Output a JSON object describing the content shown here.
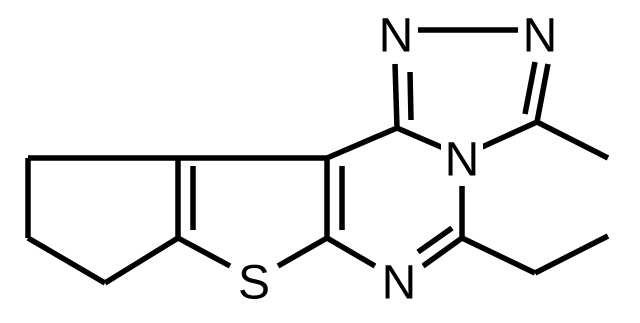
{
  "molecule": {
    "atoms": {
      "n_top_left": "N",
      "n_top_right": "N",
      "n_bridge": "N",
      "n_bottom": "N",
      "s_ring": "S"
    }
  },
  "colors": {
    "background": "#ffffff",
    "ink": "#000000"
  }
}
